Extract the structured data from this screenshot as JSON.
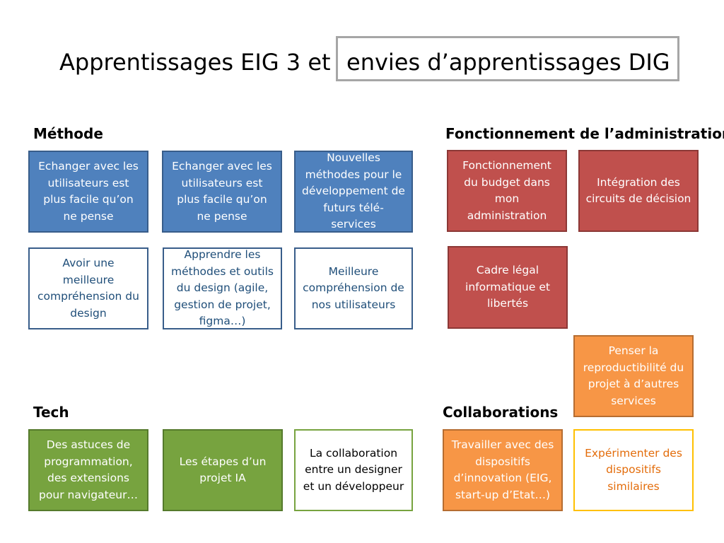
{
  "title": {
    "left": "Apprentissages EIG 3 et",
    "right": "envies d’apprentissages DIG"
  },
  "sections": {
    "methode": "Méthode",
    "admin": "Fonctionnement de l’administration",
    "tech": "Tech",
    "collab": "Collaborations"
  },
  "methode": {
    "row1": [
      "Echanger avec les utilisateurs est plus facile qu’on ne pense",
      "Echanger avec les utilisateurs est plus facile qu’on ne pense",
      "Nouvelles méthodes pour le développement de futurs télé-services"
    ],
    "row2": [
      "Avoir une meilleure compréhension du design",
      "Apprendre les méthodes et outils du design (agile, gestion de projet, figma…)",
      "Meilleure compréhension de nos utilisateurs"
    ]
  },
  "admin": {
    "items": [
      "Fonctionnement du budget dans mon administration",
      "Intégration des circuits de décision",
      "Cadre légal informatique et libertés",
      "Penser la reproductibilité du projet à d’autres services"
    ]
  },
  "tech": {
    "items": [
      "Des astuces de programmation, des extensions pour navigateur…",
      "Les étapes d’un projet IA",
      "La collaboration entre un designer et un développeur"
    ]
  },
  "collab": {
    "items": [
      "Travailler avec des dispositifs d’innovation (EIG, start-up d’Etat…)",
      "Expérimenter des dispositifs similaires"
    ]
  },
  "colors": {
    "blue": "#4f81bd",
    "red": "#c0504d",
    "orange": "#f79646",
    "green": "#77a33f",
    "yellow": "#ffc000",
    "title_box_border": "#a6a6a6"
  }
}
